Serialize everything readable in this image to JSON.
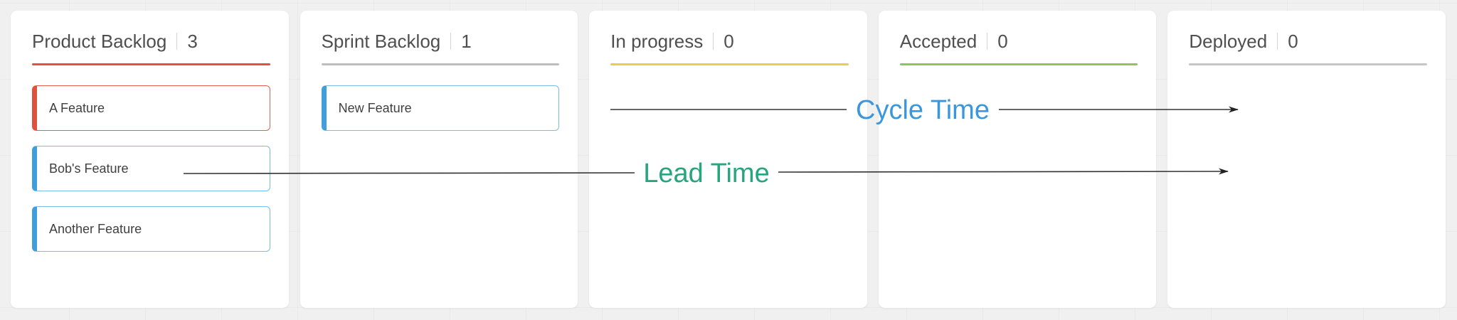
{
  "board": {
    "columns": [
      {
        "title": "Product Backlog",
        "count": "3",
        "underline_color": "#e0513e",
        "cards": [
          {
            "label": "A Feature",
            "accent_color": "#e0513e",
            "border_color": "#e2604e"
          },
          {
            "label": "Bob's Feature",
            "accent_color": "#3f9edb",
            "border_color": "#77bde9"
          },
          {
            "label": "Another Feature",
            "accent_color": "#3f9edb",
            "border_color": "#77bde9"
          }
        ]
      },
      {
        "title": "Sprint Backlog",
        "count": "1",
        "underline_color": "#bdbdbd",
        "cards": [
          {
            "label": "New Feature",
            "accent_color": "#3f9edb",
            "border_color": "#77bde9"
          }
        ]
      },
      {
        "title": "In progress",
        "count": "0",
        "underline_color": "#e9cd4f",
        "cards": []
      },
      {
        "title": "Accepted",
        "count": "0",
        "underline_color": "#90c457",
        "cards": []
      },
      {
        "title": "Deployed",
        "count": "0",
        "underline_color": "#c6c6c6",
        "cards": []
      }
    ]
  },
  "annotations": {
    "arrow_color": "#333333",
    "cycle_time": {
      "label": "Cycle Time",
      "color": "#3a97dd"
    },
    "lead_time": {
      "label": "Lead Time",
      "color": "#27a57c"
    }
  }
}
